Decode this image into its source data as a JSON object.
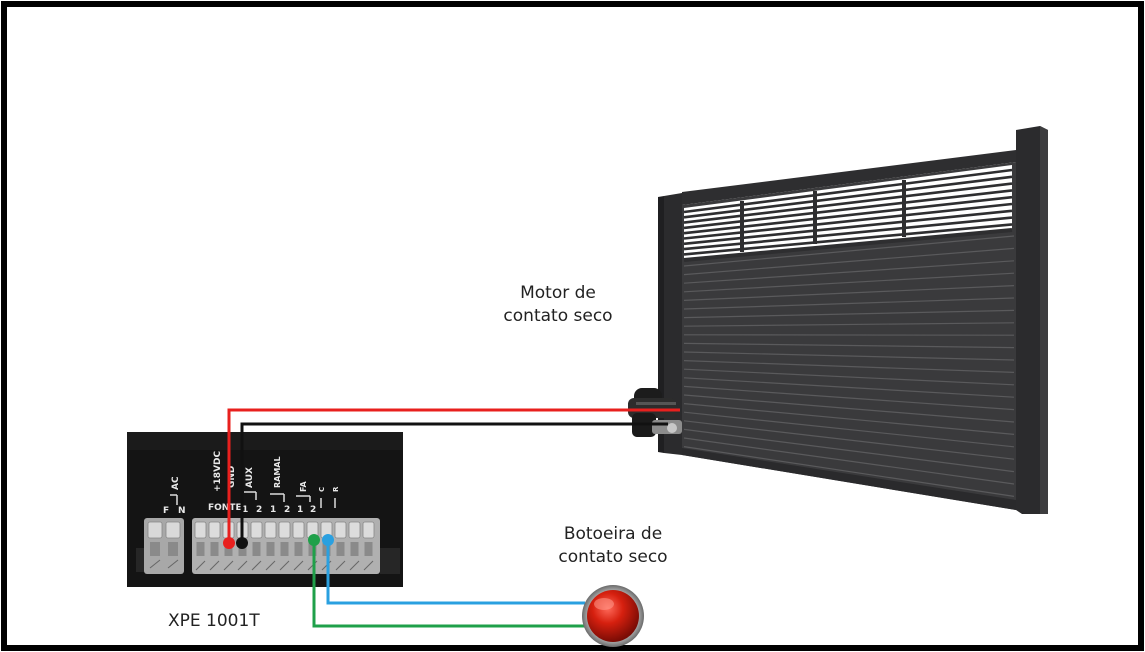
{
  "labels": {
    "motor_line1": "Motor de",
    "motor_line2": "contato seco",
    "button_line1": "Botoeira de",
    "button_line2": "contato seco",
    "device": "XPE 1001T"
  },
  "board": {
    "ac": "AC",
    "ac_f": "F",
    "ac_n": "N",
    "plus18": "+18VDC",
    "gnd": "GND",
    "fonte": "FONTE",
    "aux": "AUX",
    "aux_1": "1",
    "aux_2": "2",
    "ramal": "RAMAL",
    "ramal_1": "1",
    "ramal_2": "2",
    "fa": "FA",
    "fa_1": "1",
    "fa_2": "2",
    "c": "C",
    "r": "R"
  },
  "colors": {
    "frame": "#000000",
    "gate": "#3a3a3c",
    "gate_dark": "#2a2a2c",
    "wire_red": "#e8201e",
    "wire_black": "#111111",
    "wire_green": "#1fa04a",
    "wire_blue": "#2aa0e0",
    "button_red": "#cc1a10",
    "board_bg": "#141414"
  }
}
